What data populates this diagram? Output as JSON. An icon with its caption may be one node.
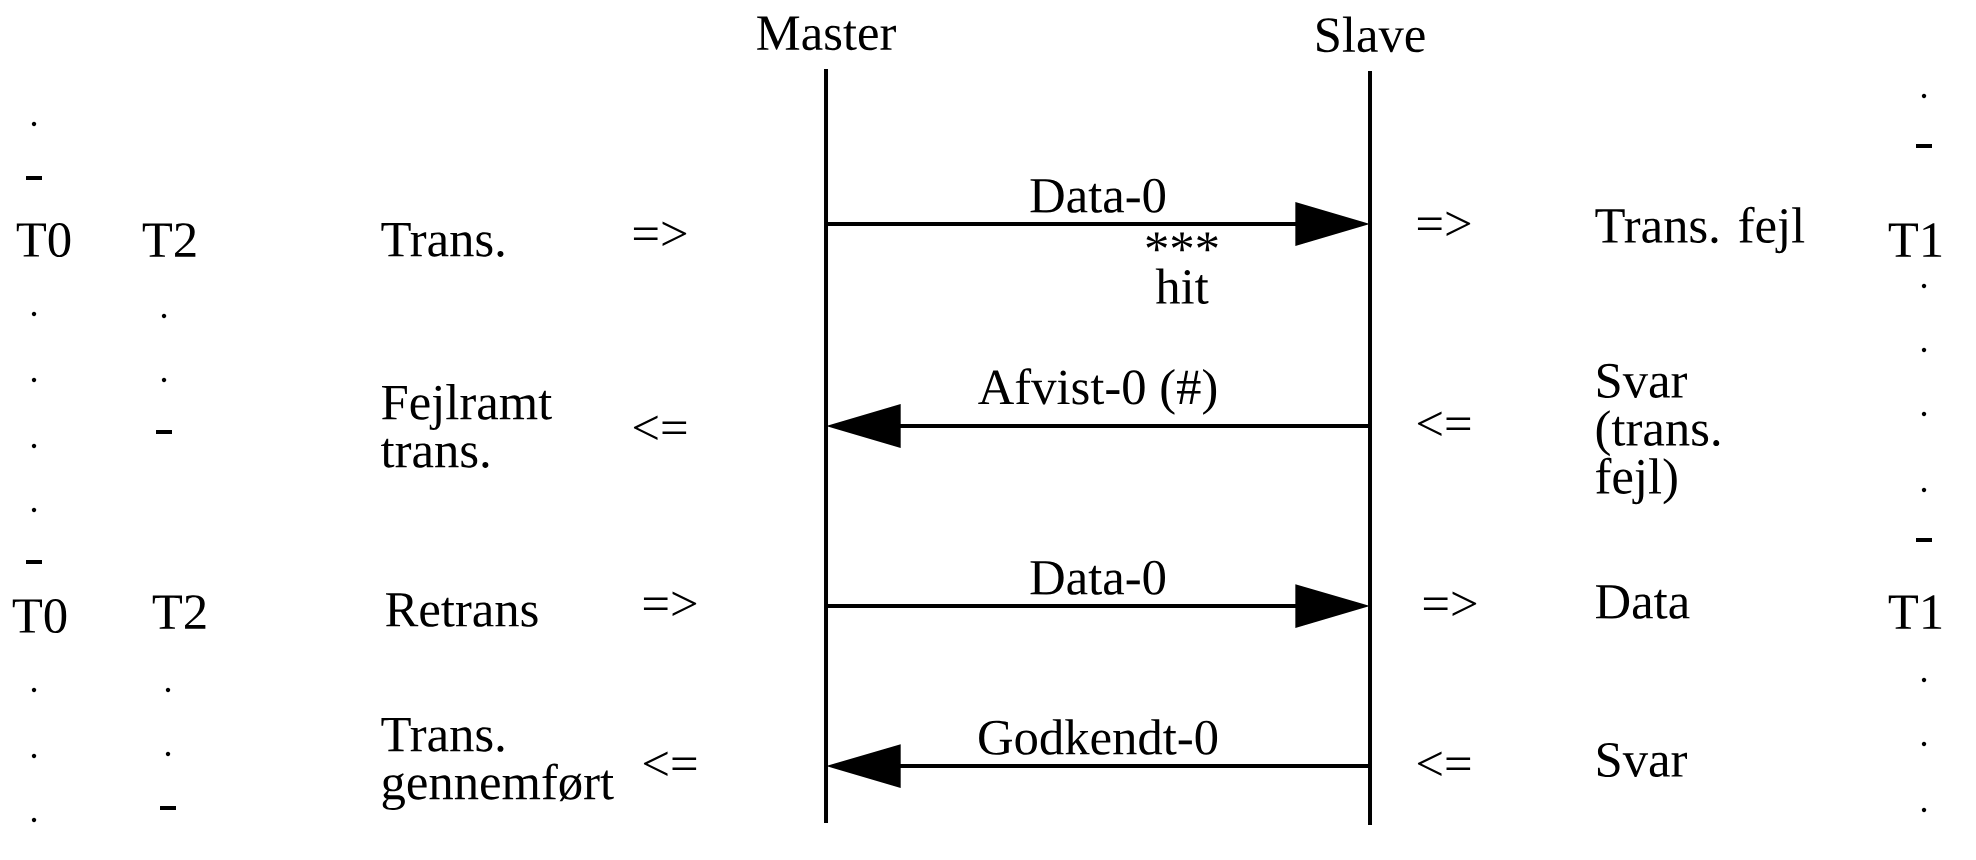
{
  "diagram": {
    "nodes": [
      {
        "text": [
          "Master"
        ]
      },
      {
        "text": [
          "Slave"
        ]
      }
    ],
    "edges": [
      {
        "from": 0,
        "to": 1,
        "arrow": "to",
        "label": "Data-0"
      },
      {
        "from": 1,
        "to": 0,
        "arrow": "to",
        "label": "Afvist-0 (#)"
      },
      {
        "from": 0,
        "to": 1,
        "arrow": "to",
        "label": "Data-0"
      },
      {
        "from": 1,
        "to": 0,
        "arrow": "to",
        "label": "Godkendt-0"
      }
    ],
    "labels": [
      "T0",
      "T2",
      "Trans.",
      "=>",
      "*** hit",
      "=>",
      "Trans. fejl",
      "T1",
      "Fejlramt trans.",
      "<=",
      "<=",
      "Svar (trans. fejl)",
      "T0",
      "T2",
      "Retrans",
      "=>",
      "=>",
      "Data",
      "T1",
      "Trans. gennemført",
      "<=",
      "<=",
      "Svar"
    ]
  }
}
